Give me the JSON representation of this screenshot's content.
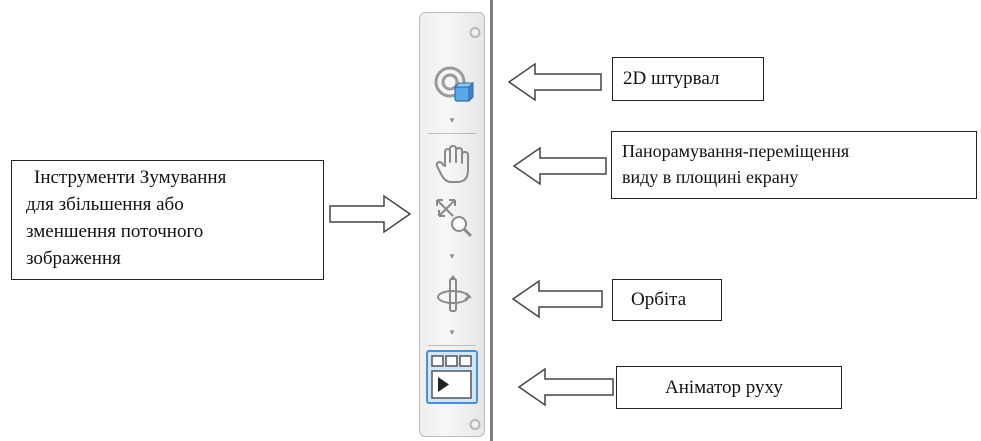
{
  "toolbar": {
    "tools": [
      {
        "icon": "steering-wheel-2d-icon",
        "accent": "#5aa9e6"
      },
      {
        "icon": "pan-hand-icon"
      },
      {
        "icon": "zoom-icon"
      },
      {
        "icon": "orbit-icon"
      },
      {
        "icon": "motion-animator-icon",
        "highlight": "#cfe6fb",
        "border": "#4a90d9"
      }
    ]
  },
  "callouts": {
    "steering_wheel": "2D штурвал",
    "pan_line1": "Панорамування-переміщення",
    "pan_line2": "виду в площині екрану",
    "zoom_line1": "Інструменти Зумування",
    "zoom_line2": "для збільшення або",
    "zoom_line3": "зменшення поточного",
    "zoom_line4": "зображення",
    "orbit": "Орбіта",
    "animator": "Аніматор руху"
  }
}
